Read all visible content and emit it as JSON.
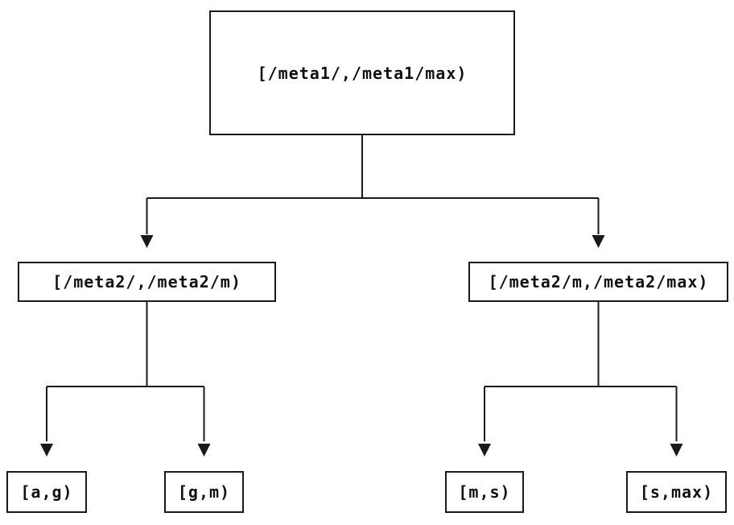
{
  "diagram": {
    "type": "interval-partition-tree",
    "background_color": "#ffffff",
    "line_color": "#1a1a1a",
    "text_color": "#111111",
    "tree": {
      "root": {
        "label": "[/meta1/,/meta1/max)",
        "children": [
          {
            "label": "[/meta2/,/meta2/m)",
            "children": [
              {
                "label": "[a,g)"
              },
              {
                "label": "[g,m)"
              }
            ]
          },
          {
            "label": "[/meta2/m,/meta2/max)",
            "children": [
              {
                "label": "[m,s)"
              },
              {
                "label": "[s,max)"
              }
            ]
          }
        ]
      }
    }
  }
}
